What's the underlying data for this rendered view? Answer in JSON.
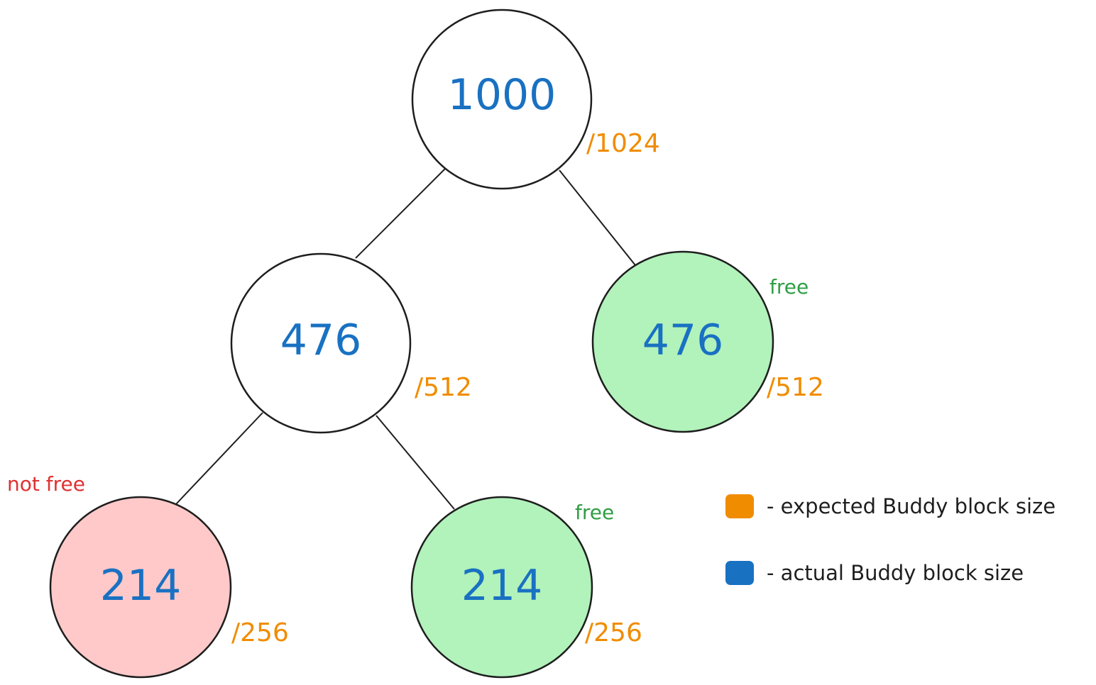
{
  "colors": {
    "expected": "#f08c00",
    "actual": "#1971c2",
    "free_fill": "#b2f2bb",
    "not_free_fill": "#ffc9c9",
    "default_fill": "#ffffff",
    "free_text": "#2f9e44",
    "not_free_text": "#e03131"
  },
  "tree": {
    "root": {
      "actual": "1000",
      "expected": "/1024"
    },
    "left": {
      "actual": "476",
      "expected": "/512"
    },
    "right": {
      "actual": "476",
      "expected": "/512",
      "status": "free"
    },
    "left_left": {
      "actual": "214",
      "expected": "/256",
      "status": "not free"
    },
    "left_right": {
      "actual": "214",
      "expected": "/256",
      "status": "free"
    }
  },
  "legend": {
    "expected_label": "- expected Buddy block size",
    "actual_label": "- actual Buddy block size"
  }
}
